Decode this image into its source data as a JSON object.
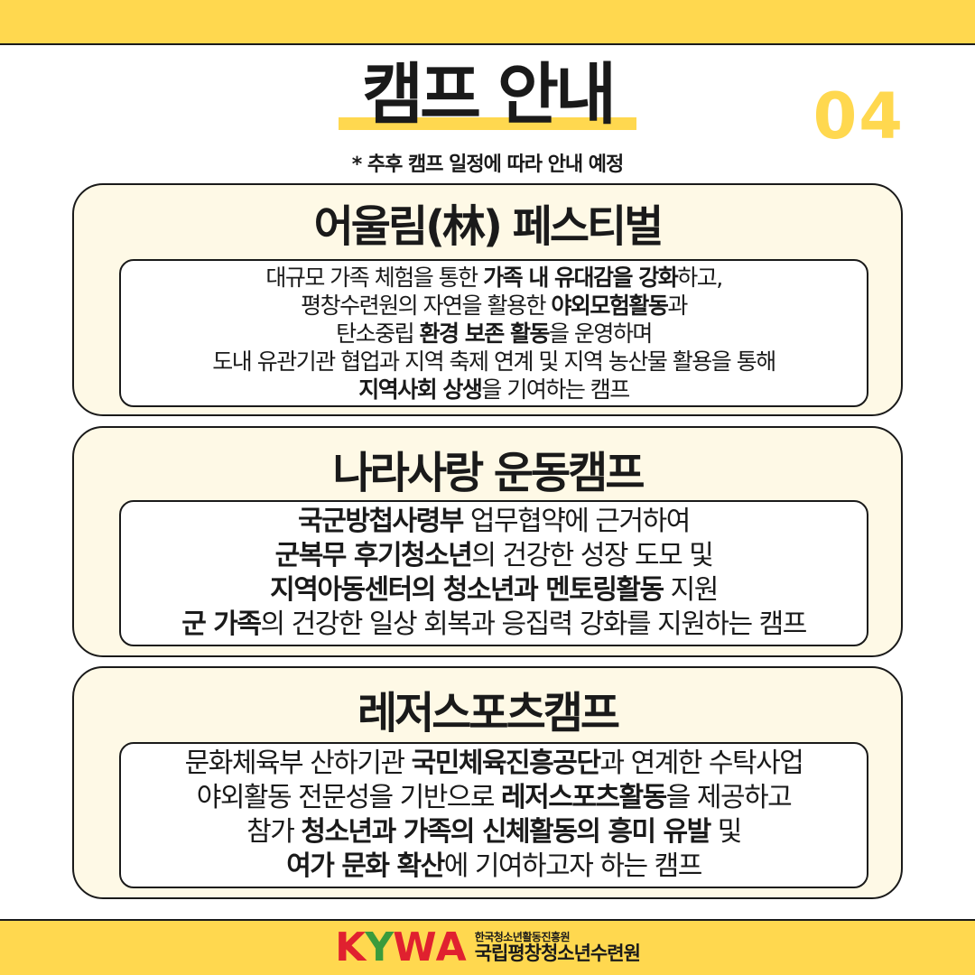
{
  "header": {
    "title": "캠프 안내",
    "page_number": "04",
    "subtitle": "* 추후 캠프 일정에 따라 안내 예정"
  },
  "cards": [
    {
      "title": "어울림(林) 페스티벌",
      "lines": [
        [
          {
            "t": "대규모 가족 체험을 통한 ",
            "b": false
          },
          {
            "t": "가족 내 유대감을 강화",
            "b": true
          },
          {
            "t": "하고,",
            "b": false
          }
        ],
        [
          {
            "t": "평창수련원의 자연을 활용한 ",
            "b": false
          },
          {
            "t": "야외모험활동",
            "b": true
          },
          {
            "t": "과",
            "b": false
          }
        ],
        [
          {
            "t": "탄소중립 ",
            "b": false
          },
          {
            "t": "환경 보존 활동",
            "b": true
          },
          {
            "t": "을 운영하며",
            "b": false
          }
        ],
        [
          {
            "t": "도내 유관기관 협업과 지역 축제 연계 및 지역 농산물 활용을 통해",
            "b": false
          }
        ],
        [
          {
            "t": "지역사회 상생",
            "b": true
          },
          {
            "t": "을 기여하는 캠프",
            "b": false
          }
        ]
      ]
    },
    {
      "title": "나라사랑 운동캠프",
      "lines": [
        [
          {
            "t": "국군방첩사령부",
            "b": true
          },
          {
            "t": " 업무협약에 근거하여",
            "b": false
          }
        ],
        [
          {
            "t": "군복무 후기청소년",
            "b": true
          },
          {
            "t": "의 건강한 성장 도모 및",
            "b": false
          }
        ],
        [
          {
            "t": "지역아동센터의 청소년과 멘토링활동",
            "b": true
          },
          {
            "t": " 지원",
            "b": false
          }
        ],
        [
          {
            "t": "군 가족",
            "b": true
          },
          {
            "t": "의 건강한 일상 회복과 응집력 강화를 지원하는 캠프",
            "b": false
          }
        ]
      ]
    },
    {
      "title": "레저스포츠캠프",
      "lines": [
        [
          {
            "t": "문화체육부 산하기관 ",
            "b": false
          },
          {
            "t": "국민체육진흥공단",
            "b": true
          },
          {
            "t": "과 연계한 수탁사업",
            "b": false
          }
        ],
        [
          {
            "t": "야외활동 전문성을 기반으로 ",
            "b": false
          },
          {
            "t": "레저스포츠활동",
            "b": true
          },
          {
            "t": "을 제공하고",
            "b": false
          }
        ],
        [
          {
            "t": "참가 ",
            "b": false
          },
          {
            "t": "청소년과 가족의 신체활동의 흥미 유발",
            "b": true
          },
          {
            "t": " 및",
            "b": false
          }
        ],
        [
          {
            "t": "여가 문화 확산",
            "b": true
          },
          {
            "t": "에 기여하고자 하는 캠프",
            "b": false
          }
        ]
      ]
    }
  ],
  "footer": {
    "logo_letters": [
      "K",
      "Y",
      "W",
      "A"
    ],
    "org_small": "한국청소년활동진흥원",
    "org_large": "국립평창청소년수련원"
  },
  "colors": {
    "accent_yellow": "#ffd84f",
    "card_bg": "#fef9e6",
    "logo_red": "#e0212f",
    "logo_green": "#3a9b3c"
  }
}
